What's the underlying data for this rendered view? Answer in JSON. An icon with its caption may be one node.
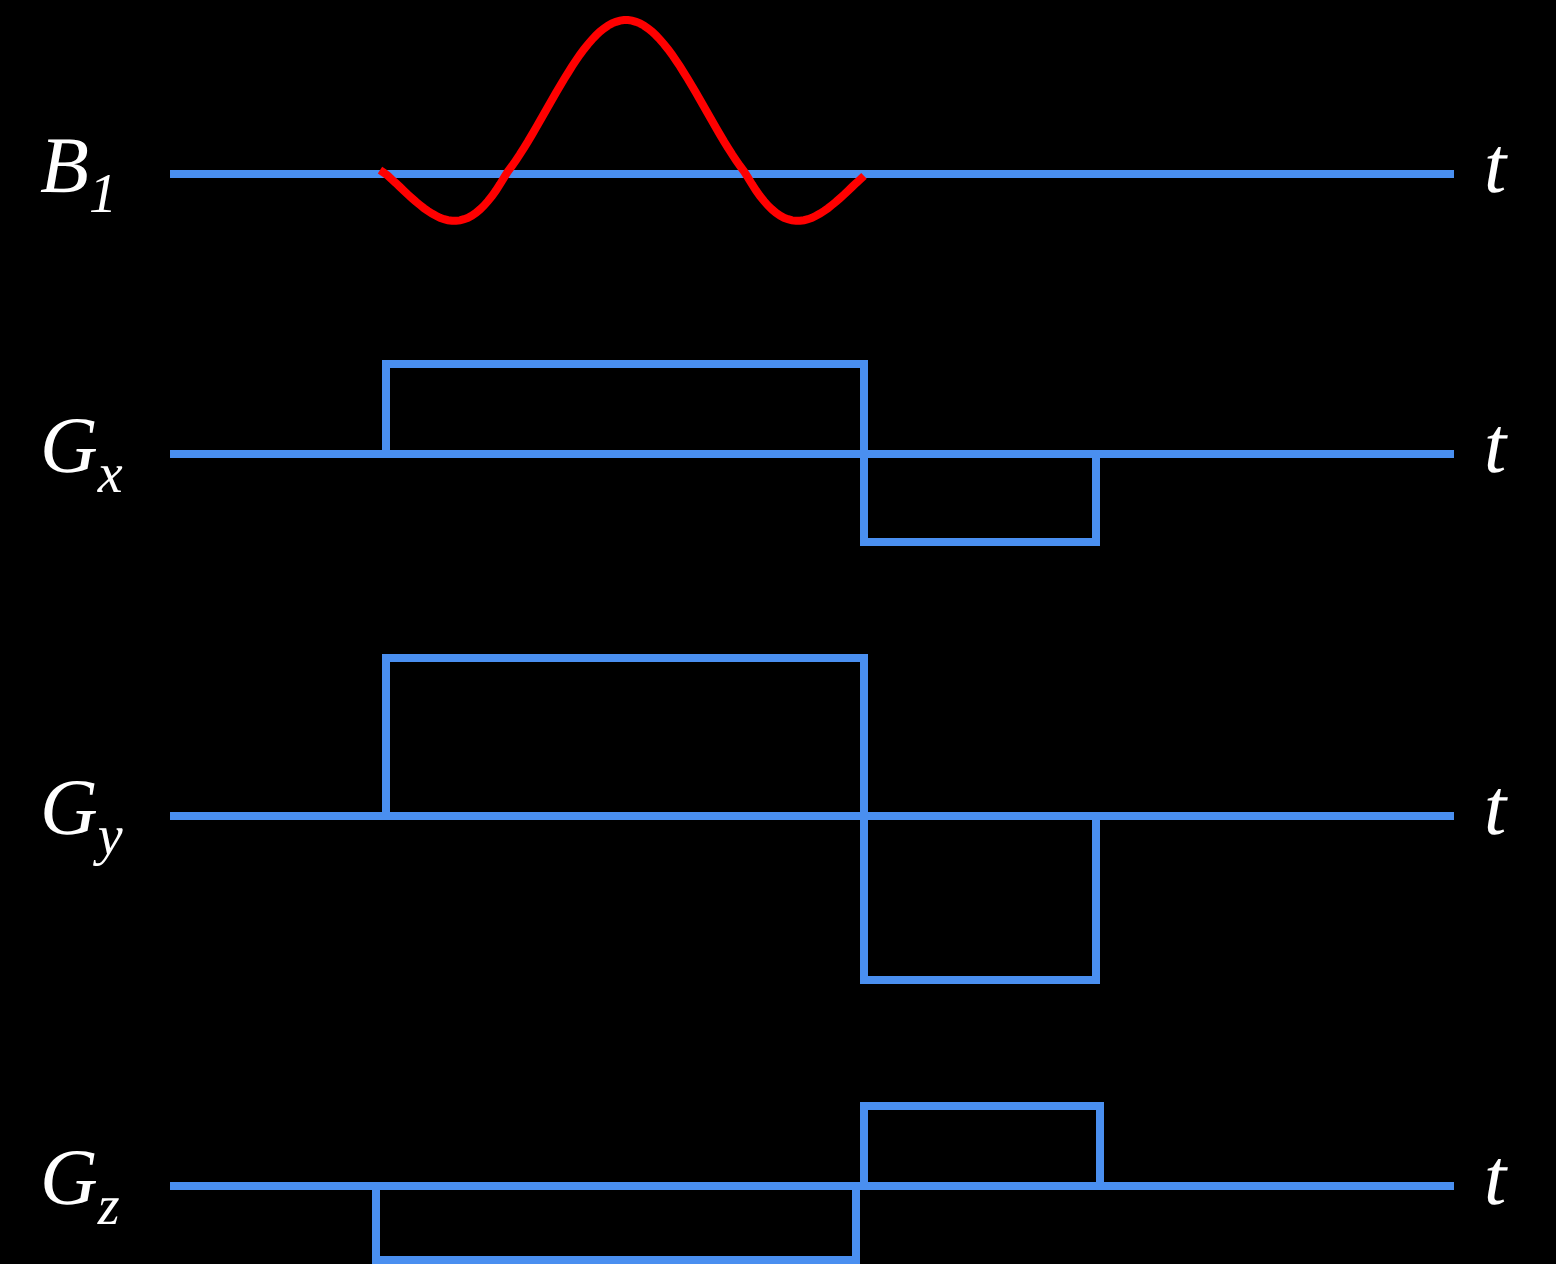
{
  "diagram": {
    "labels": [
      "B$_{1}$",
      "t",
      "G$_{x}$",
      "t",
      "G$_{y}$",
      "t",
      "G$_{z}$",
      "t"
    ]
  }
}
